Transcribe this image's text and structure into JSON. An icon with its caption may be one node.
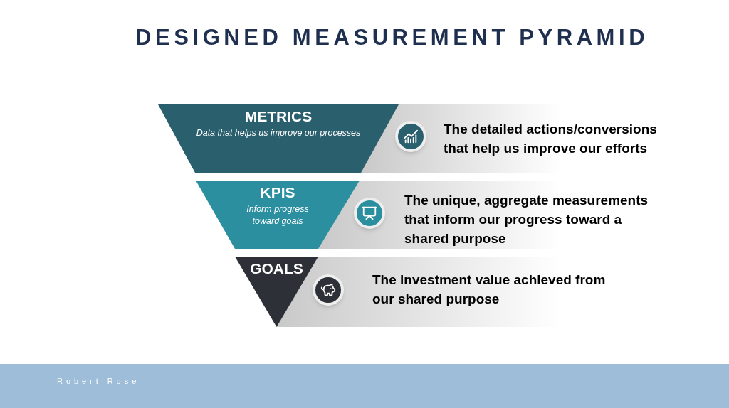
{
  "diagram": {
    "title": "DESIGNED MEASUREMENT PYRAMID",
    "nodes": [
      {
        "text": [
          "METRICS",
          "Data that helps us improve our processes"
        ]
      },
      {
        "text": [
          "KPIS",
          "Inform progress toward goals"
        ]
      },
      {
        "text": [
          "GOALS"
        ]
      }
    ],
    "labels": [
      "The detailed actions/conversions that help us improve our efforts",
      "The unique, aggregate measurements that inform our progress toward a shared purpose",
      "The investment value achieved from our shared purpose",
      "Robert Rose"
    ]
  }
}
